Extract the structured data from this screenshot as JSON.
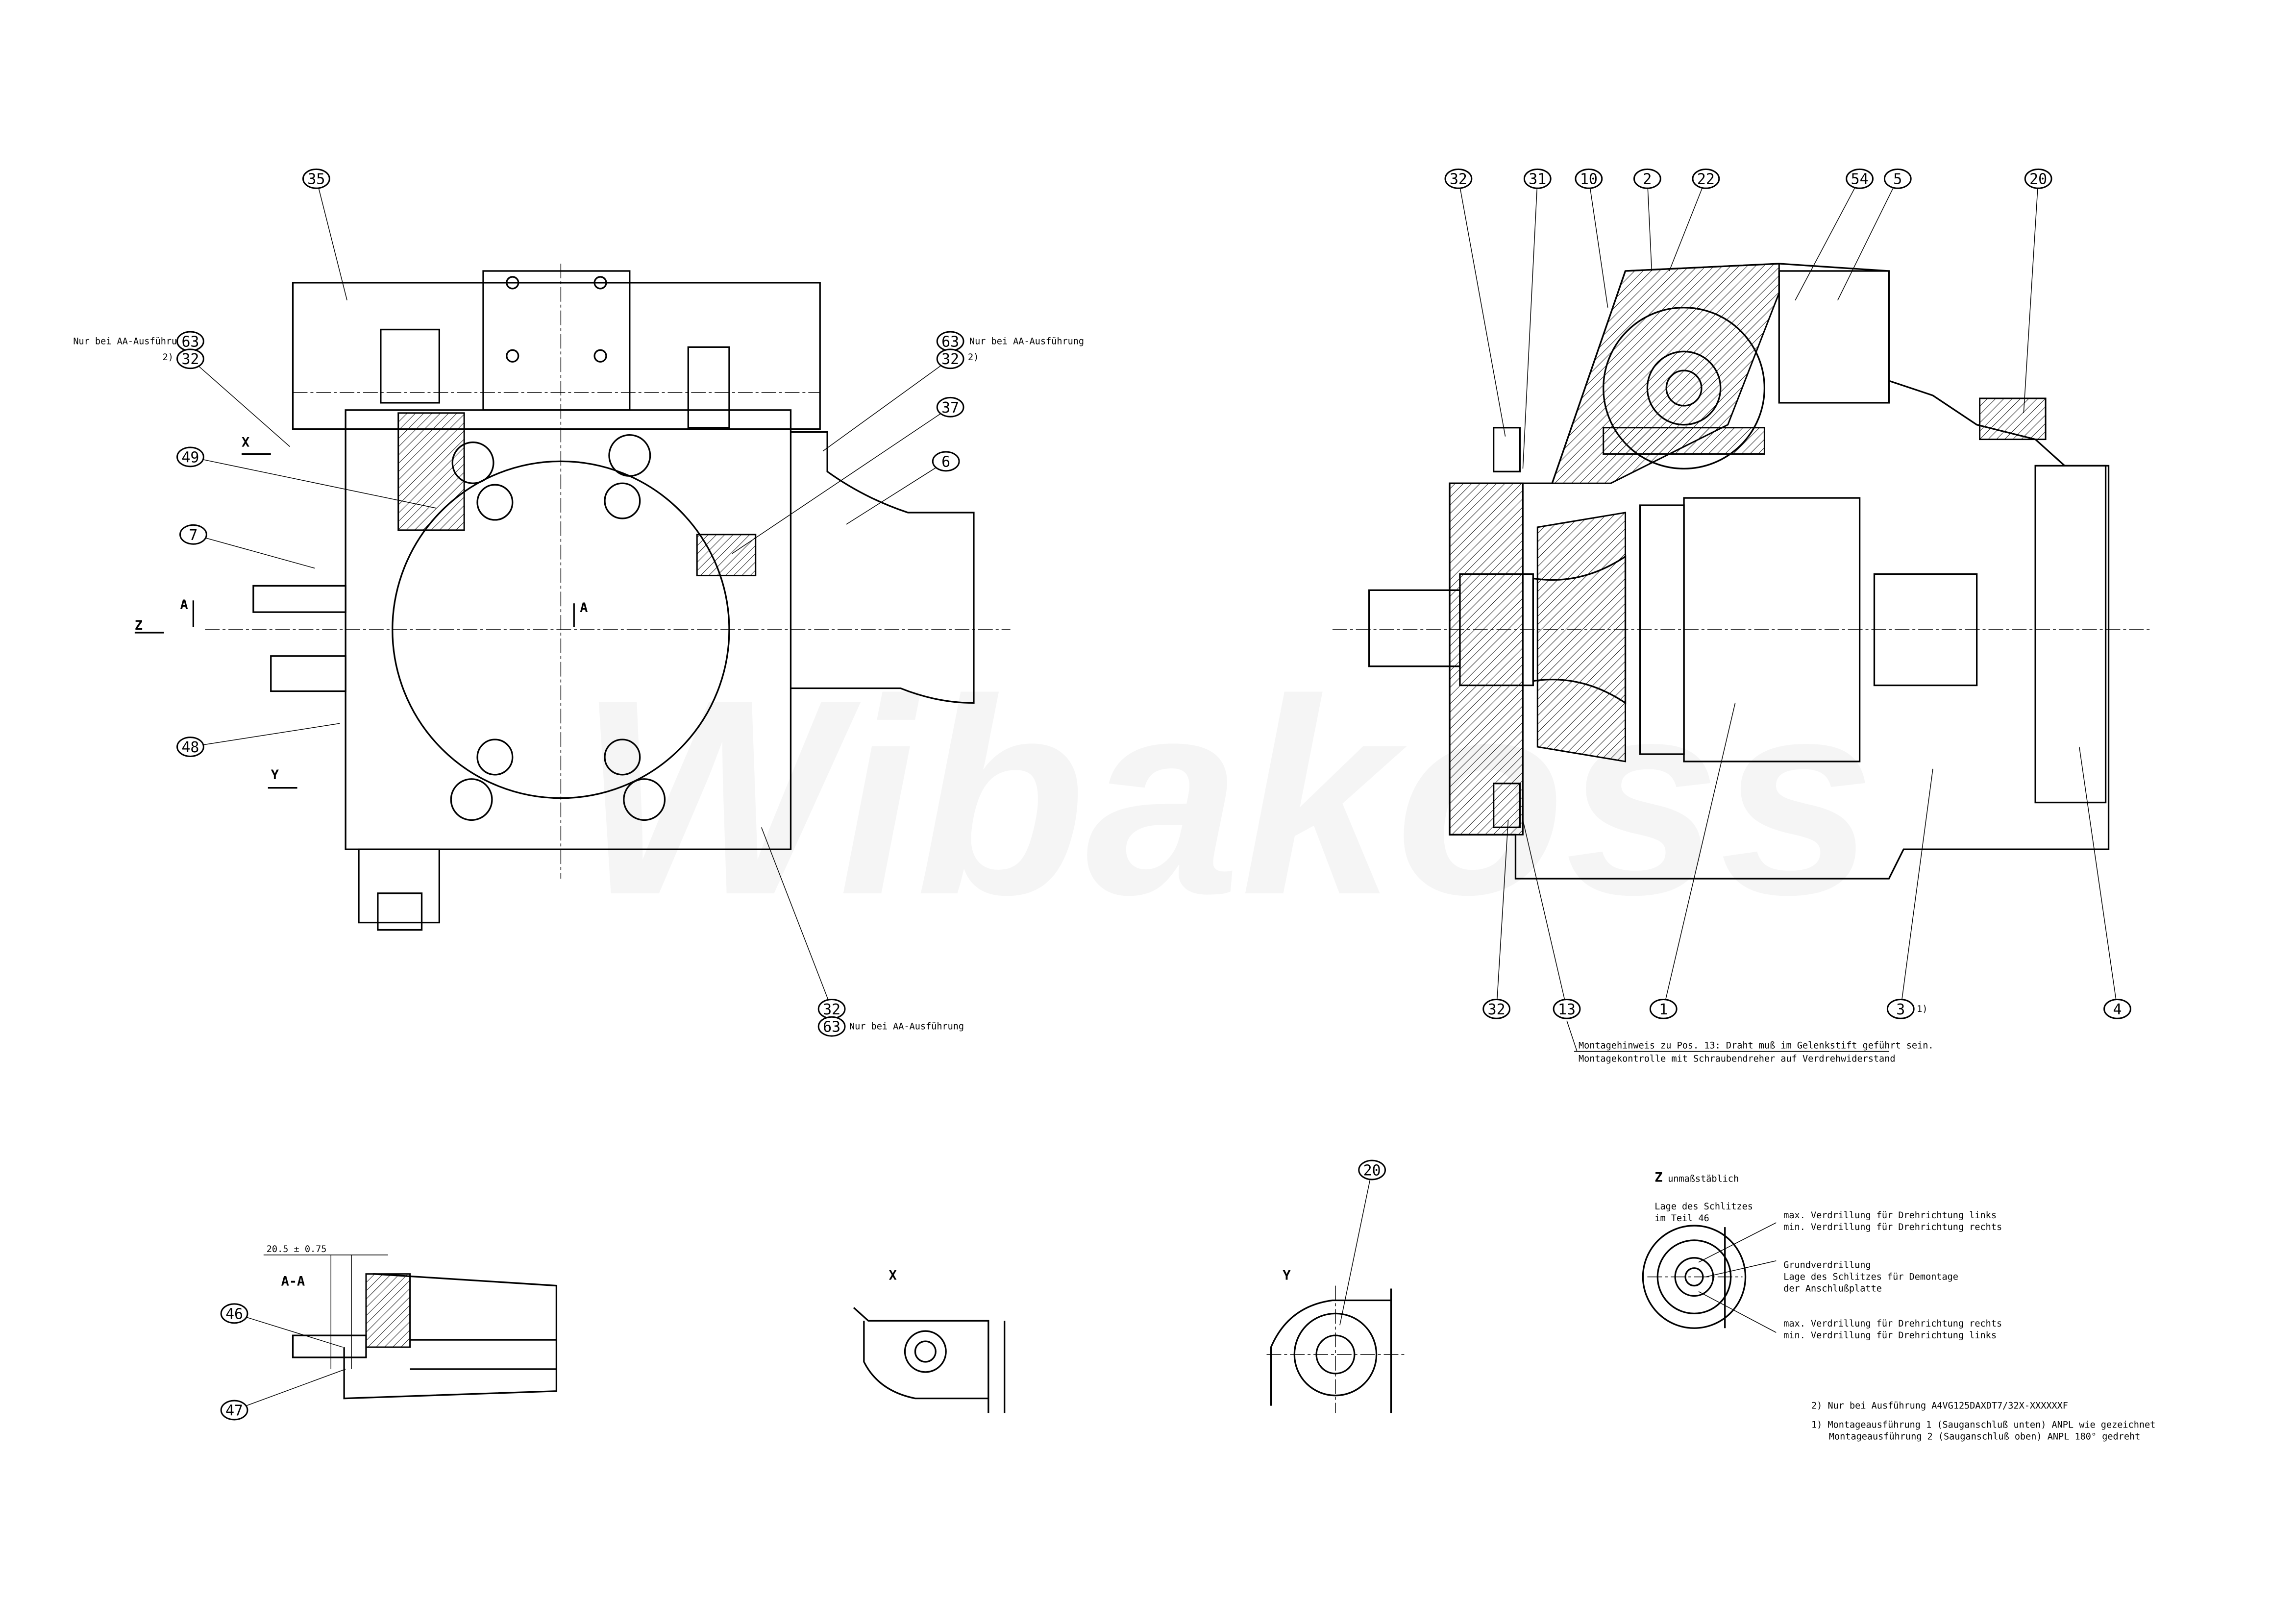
{
  "watermark": "Wibakoss",
  "left_view": {
    "balloons": [
      "35",
      "63",
      "32",
      "49",
      "7",
      "48",
      "63",
      "32",
      "37",
      "6",
      "32",
      "63"
    ],
    "footnote_marks": [
      "2)",
      "2)"
    ],
    "notes": [
      "Nur bei AA-Ausführung",
      "Nur bei AA-Ausführung",
      "Nur bei AA-Ausführung"
    ],
    "view_labels": [
      "X",
      "Z",
      "A",
      "A",
      "Y"
    ]
  },
  "right_view": {
    "balloons": [
      "32",
      "31",
      "10",
      "2",
      "22",
      "54",
      "5",
      "20",
      "32",
      "13",
      "1",
      "3",
      "4"
    ],
    "footnote_mark": "1)",
    "assembly_note": {
      "line1": "Montagehinweis zu Pos. 13: Draht muß im Gelenkstift geführt sein.",
      "line2": "Montagekontrolle mit Schraubendreher auf Verdrehwiderstand"
    }
  },
  "section_aa": {
    "title": "A-A",
    "dimension": "20.5  ± 0.75",
    "balloons": [
      "46",
      "47"
    ]
  },
  "view_x": {
    "title": "X"
  },
  "view_y": {
    "title": "Y",
    "balloons": [
      "20"
    ]
  },
  "view_z": {
    "title": "Z",
    "subtitle": "unmaßstäblich",
    "slot_label": [
      "Lage des Schlitzes",
      "im Teil 46"
    ],
    "callout_top": [
      "max. Verdrillung für Drehrichtung links",
      "min. Verdrillung für Drehrichtung rechts"
    ],
    "callout_mid": [
      "Grundverdrillung",
      "Lage des Schlitzes für Demontage",
      "der Anschlußplatte"
    ],
    "callout_bottom": [
      "max. Verdrillung für Drehrichtung rechts",
      "min. Verdrillung für Drehrichtung links"
    ]
  },
  "footnotes": {
    "note2": "2)  Nur bei Ausführung A4VG125DAXDT7/32X-XXXXXXF",
    "note1_a": "1)  Montageausführung 1 (Sauganschluß unten) ANPL wie gezeichnet",
    "note1_b": "Montageausführung 2 (Sauganschluß oben) ANPL 180° gedreht"
  }
}
